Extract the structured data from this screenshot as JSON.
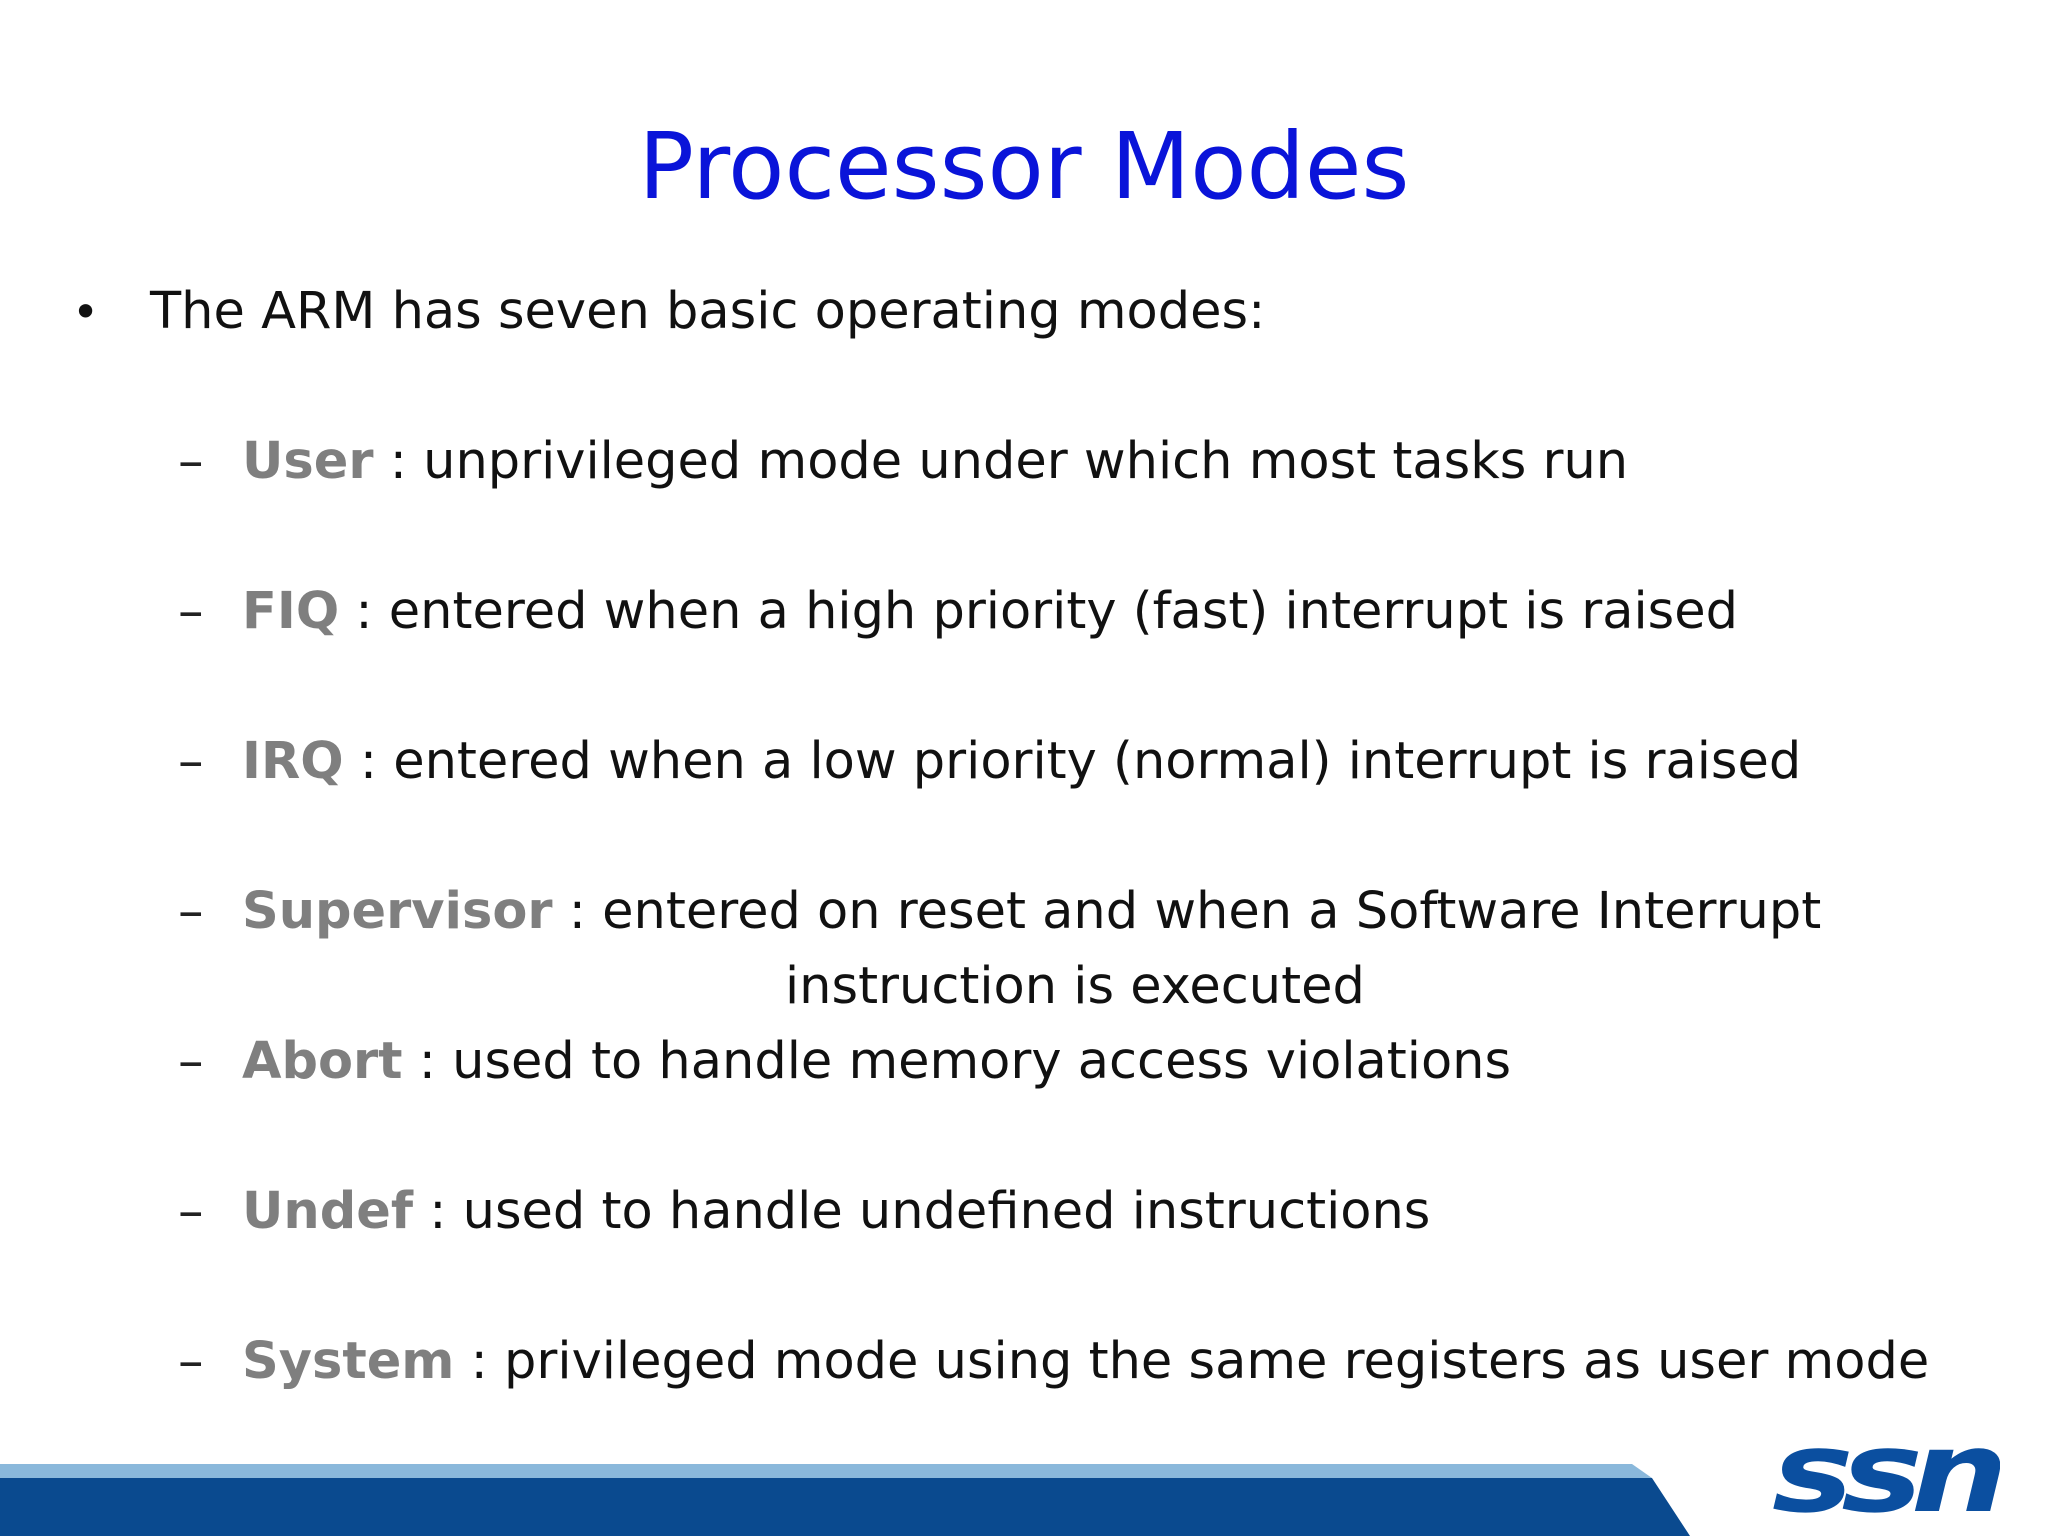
{
  "slide": {
    "title": "Processor Modes",
    "bullet": {
      "symbol": "•",
      "text": "The ARM has seven basic operating modes:"
    },
    "modes": [
      {
        "dash": "–",
        "name": "User",
        "desc": " : unprivileged mode under which most tasks run"
      },
      {
        "dash": "–",
        "name": "FIQ",
        "desc": " : entered when a high priority (fast) interrupt is raised"
      },
      {
        "dash": "–",
        "name": "IRQ",
        "desc": " : entered when a low priority (normal) interrupt is raised"
      },
      {
        "dash": "–",
        "name": "Supervisor",
        "desc": " : entered on reset and when a Software Interrupt",
        "continuation": "instruction is executed"
      },
      {
        "dash": "–",
        "name": "Abort",
        "desc": " : used to handle memory access violations"
      },
      {
        "dash": "–",
        "name": "Undef",
        "desc": " : used to handle undefined instructions"
      },
      {
        "dash": "–",
        "name": "System",
        "desc": " : privileged mode using the same registers as user mode"
      }
    ]
  },
  "footer": {
    "logo_text": "ssn",
    "colors": {
      "band_dark": "#0a4a8f",
      "band_light": "#8ab8db",
      "logo": "#0b4fa0",
      "title": "#0a14d9",
      "mode_name": "#7f7f7f"
    }
  }
}
